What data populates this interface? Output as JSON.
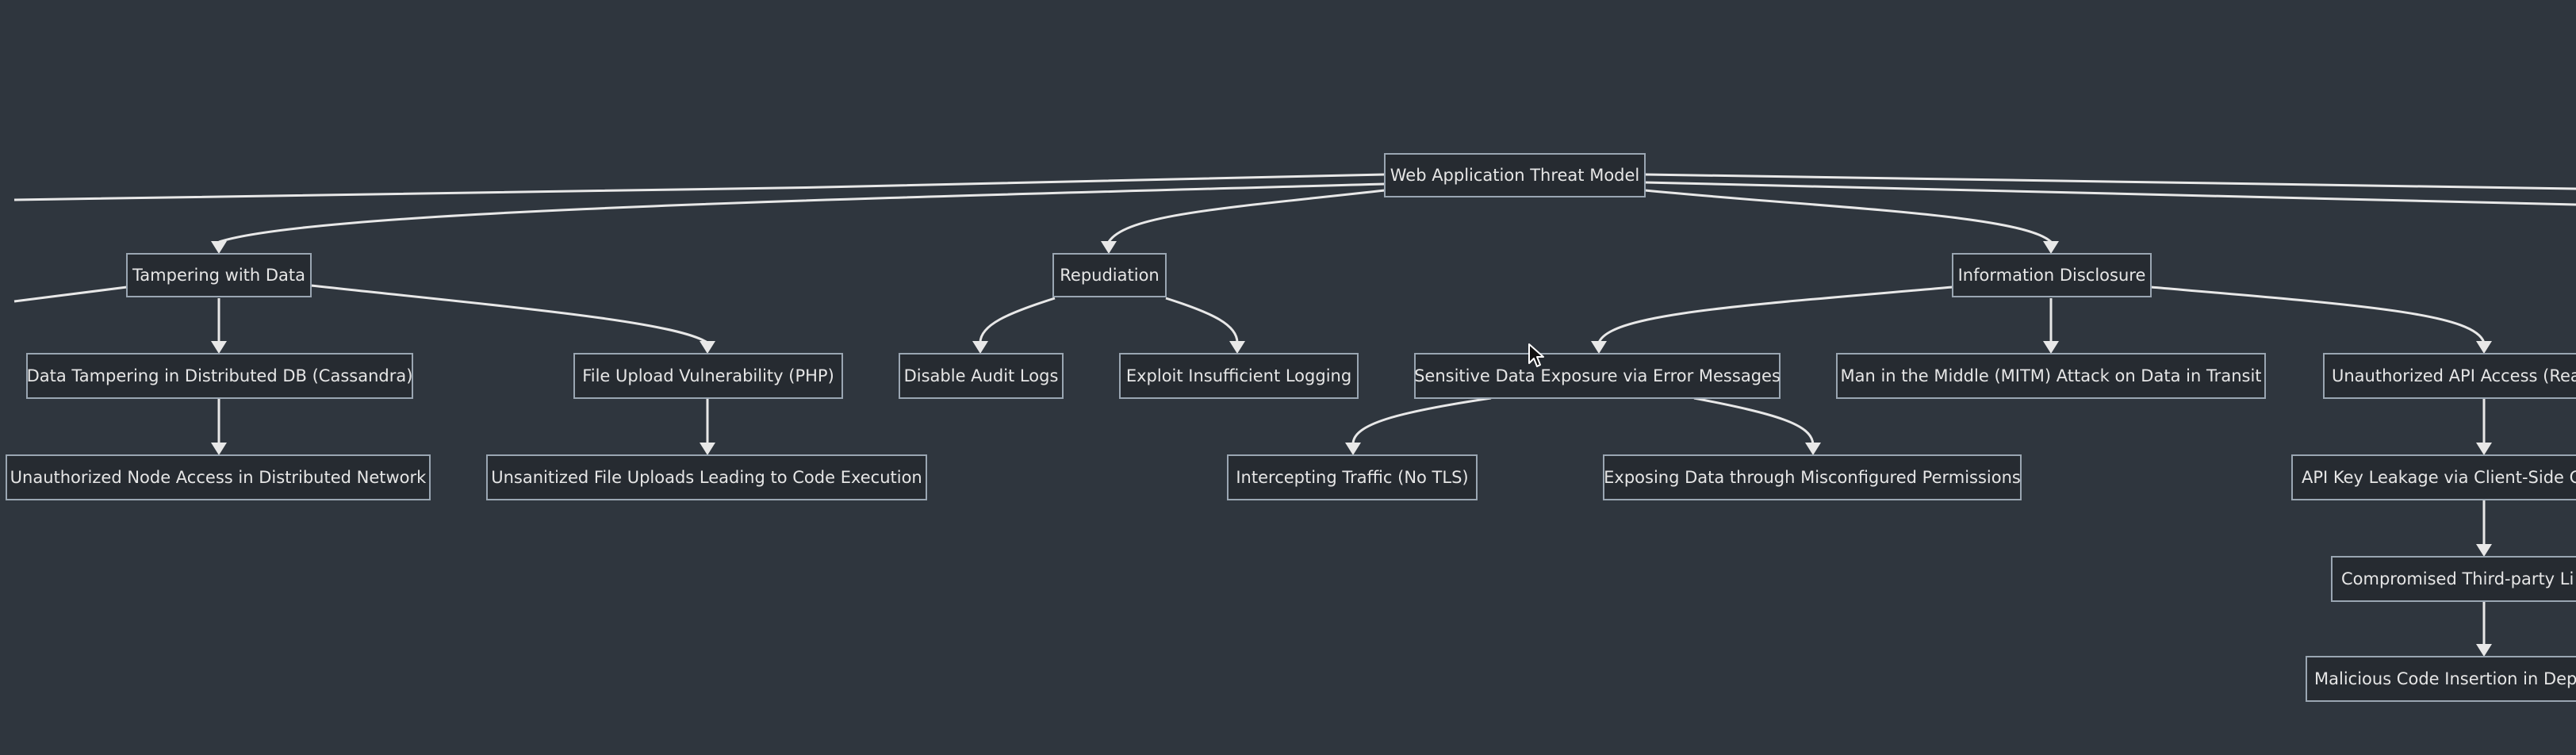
{
  "diagram": {
    "root": "Web Application Threat Model",
    "nodes": {
      "root": "Web Application Threat Model",
      "tampering": "Tampering with Data",
      "repudiation": "Repudiation",
      "info_disclosure": "Information Disclosure",
      "data_tampering_db": "Data Tampering in Distributed DB (Cassandra)",
      "file_upload_vuln": "File Upload Vulnerability (PHP)",
      "disable_audit": "Disable Audit Logs",
      "exploit_logging": "Exploit Insufficient Logging",
      "sensitive_error": "Sensitive Data Exposure via Error Messages",
      "mitm": "Man in the Middle (MITM) Attack on Data in Transit",
      "unauth_api": "Unauthorized API Access (Rea",
      "unauth_node": "Unauthorized Node Access in Distributed Network",
      "unsanitized_upload": "Unsanitized File Uploads Leading to Code Execution",
      "intercepting": "Intercepting Traffic (No TLS)",
      "exposing_perms": "Exposing Data through Misconfigured Permissions",
      "api_key_leak": "API Key Leakage via Client-Side C",
      "third_party": "Compromised Third-party Li",
      "malicious_code": "Malicious Code Insertion in Dep"
    },
    "edges": [
      [
        "root",
        "tampering"
      ],
      [
        "root",
        "repudiation"
      ],
      [
        "root",
        "info_disclosure"
      ],
      [
        "tampering",
        "data_tampering_db"
      ],
      [
        "tampering",
        "file_upload_vuln"
      ],
      [
        "repudiation",
        "disable_audit"
      ],
      [
        "repudiation",
        "exploit_logging"
      ],
      [
        "info_disclosure",
        "sensitive_error"
      ],
      [
        "info_disclosure",
        "mitm"
      ],
      [
        "info_disclosure",
        "unauth_api"
      ],
      [
        "data_tampering_db",
        "unauth_node"
      ],
      [
        "file_upload_vuln",
        "unsanitized_upload"
      ],
      [
        "sensitive_error",
        "intercepting"
      ],
      [
        "sensitive_error",
        "exposing_perms"
      ],
      [
        "unauth_api",
        "api_key_leak"
      ],
      [
        "api_key_leak",
        "third_party"
      ],
      [
        "third_party",
        "malicious_code"
      ]
    ]
  },
  "colors": {
    "background": "#2f363e",
    "node_fill": "#262b31",
    "node_border": "#9aa6b2",
    "edge": "#e8e8e8",
    "text": "#e6e6e6"
  }
}
